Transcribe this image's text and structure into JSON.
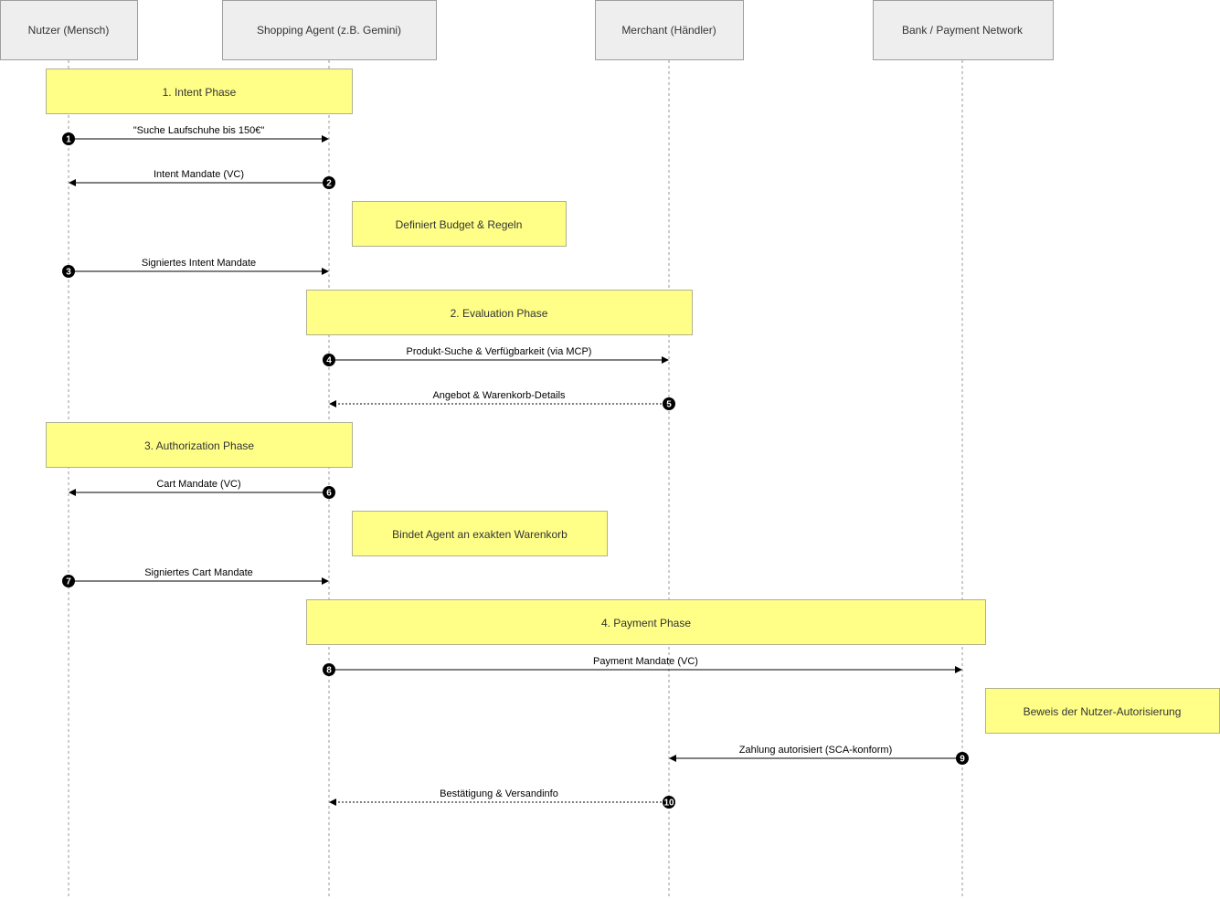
{
  "participants": [
    {
      "id": "user",
      "label": "Nutzer (Mensch)"
    },
    {
      "id": "agent",
      "label": "Shopping Agent (z.B. Gemini)"
    },
    {
      "id": "merchant",
      "label": "Merchant (Händler)"
    },
    {
      "id": "bank",
      "label": "Bank / Payment Network"
    }
  ],
  "phases": [
    {
      "label": "1. Intent Phase"
    },
    {
      "label": "2. Evaluation Phase"
    },
    {
      "label": "3. Authorization Phase"
    },
    {
      "label": "4. Payment Phase"
    }
  ],
  "notes": [
    {
      "label": "Definiert Budget & Regeln"
    },
    {
      "label": "Bindet Agent an exakten Warenkorb"
    },
    {
      "label": "Beweis der Nutzer-Autorisierung"
    }
  ],
  "messages": [
    {
      "num": "1",
      "label": "\"Suche Laufschuhe bis 150€\"",
      "from": "user",
      "to": "agent",
      "style": "solid"
    },
    {
      "num": "2",
      "label": "Intent Mandate (VC)",
      "from": "agent",
      "to": "user",
      "style": "solid"
    },
    {
      "num": "3",
      "label": "Signiertes Intent Mandate",
      "from": "user",
      "to": "agent",
      "style": "solid"
    },
    {
      "num": "4",
      "label": "Produkt-Suche & Verfügbarkeit (via MCP)",
      "from": "agent",
      "to": "merchant",
      "style": "solid"
    },
    {
      "num": "5",
      "label": "Angebot & Warenkorb-Details",
      "from": "merchant",
      "to": "agent",
      "style": "dotted"
    },
    {
      "num": "6",
      "label": "Cart Mandate (VC)",
      "from": "agent",
      "to": "user",
      "style": "solid"
    },
    {
      "num": "7",
      "label": "Signiertes Cart Mandate",
      "from": "user",
      "to": "agent",
      "style": "solid"
    },
    {
      "num": "8",
      "label": "Payment Mandate (VC)",
      "from": "agent",
      "to": "bank",
      "style": "solid"
    },
    {
      "num": "9",
      "label": "Zahlung autorisiert (SCA-konform)",
      "from": "bank",
      "to": "merchant",
      "style": "solid"
    },
    {
      "num": "10",
      "label": "Bestätigung & Versandinfo",
      "from": "merchant",
      "to": "agent",
      "style": "dotted"
    }
  ]
}
